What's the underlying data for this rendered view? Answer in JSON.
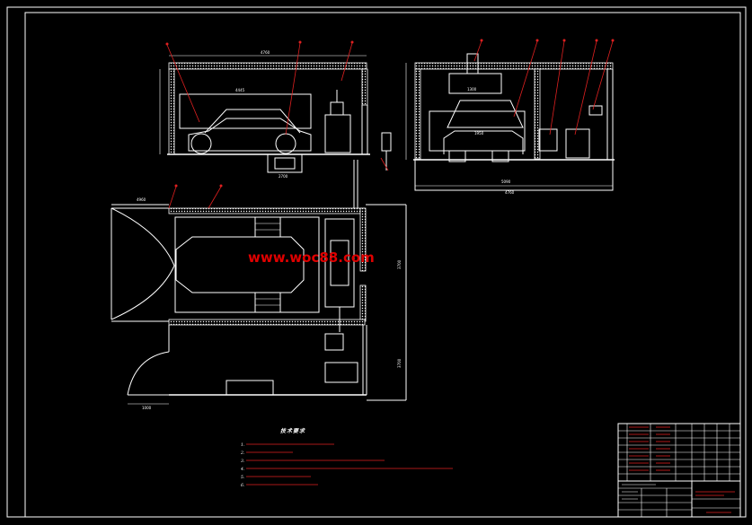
{
  "watermark": "www.woc88.com",
  "notes_heading": "技术要求",
  "notes": [
    "1.",
    "2.",
    "3.",
    "4.",
    "5.",
    "6."
  ],
  "dimensions": {
    "elev_top_width": "4760",
    "elev_car": "4445",
    "elev_base": "2700",
    "side_top": "1950",
    "side_mid": "1300",
    "side_bottom": "5090",
    "side_bottom2": "4760",
    "plan_left": "4960",
    "plan_right": "3700",
    "plan_bottom": "1000",
    "plan_right_low": "3700"
  },
  "colors": {
    "background": "#000000",
    "line": "#ffffff",
    "annotation": "#e02020",
    "watermark": "#e00000"
  }
}
